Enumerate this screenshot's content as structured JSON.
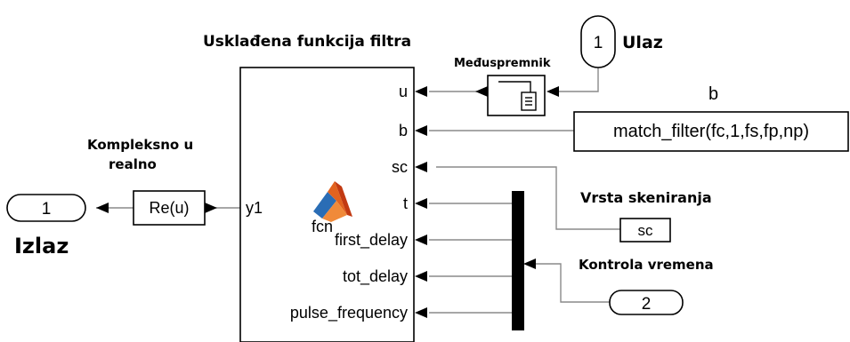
{
  "fn_block": {
    "title": "Usklađena funkcija filtra",
    "name": "fcn",
    "inputs": [
      "u",
      "b",
      "sc",
      "t",
      "first_delay",
      "tot_delay",
      "pulse_frequency"
    ],
    "output": "y1"
  },
  "inport_ulaz": {
    "number": "1",
    "label": "Ulaz"
  },
  "buffer": {
    "label": "Međuspremnik"
  },
  "const_b": {
    "title": "b",
    "value": "match_filter(fc,1,fs,fp,np)"
  },
  "goto_sc": {
    "title": "Vrsta  skeniranja",
    "tag": "sc"
  },
  "inport_time": {
    "number": "2",
    "label": "Kontrola vremena"
  },
  "re_block": {
    "title_line1": "Kompleksno u",
    "title_line2": "realno",
    "expr": "Re(u)"
  },
  "outport_izlaz": {
    "number": "1",
    "label": "Izlaz"
  }
}
